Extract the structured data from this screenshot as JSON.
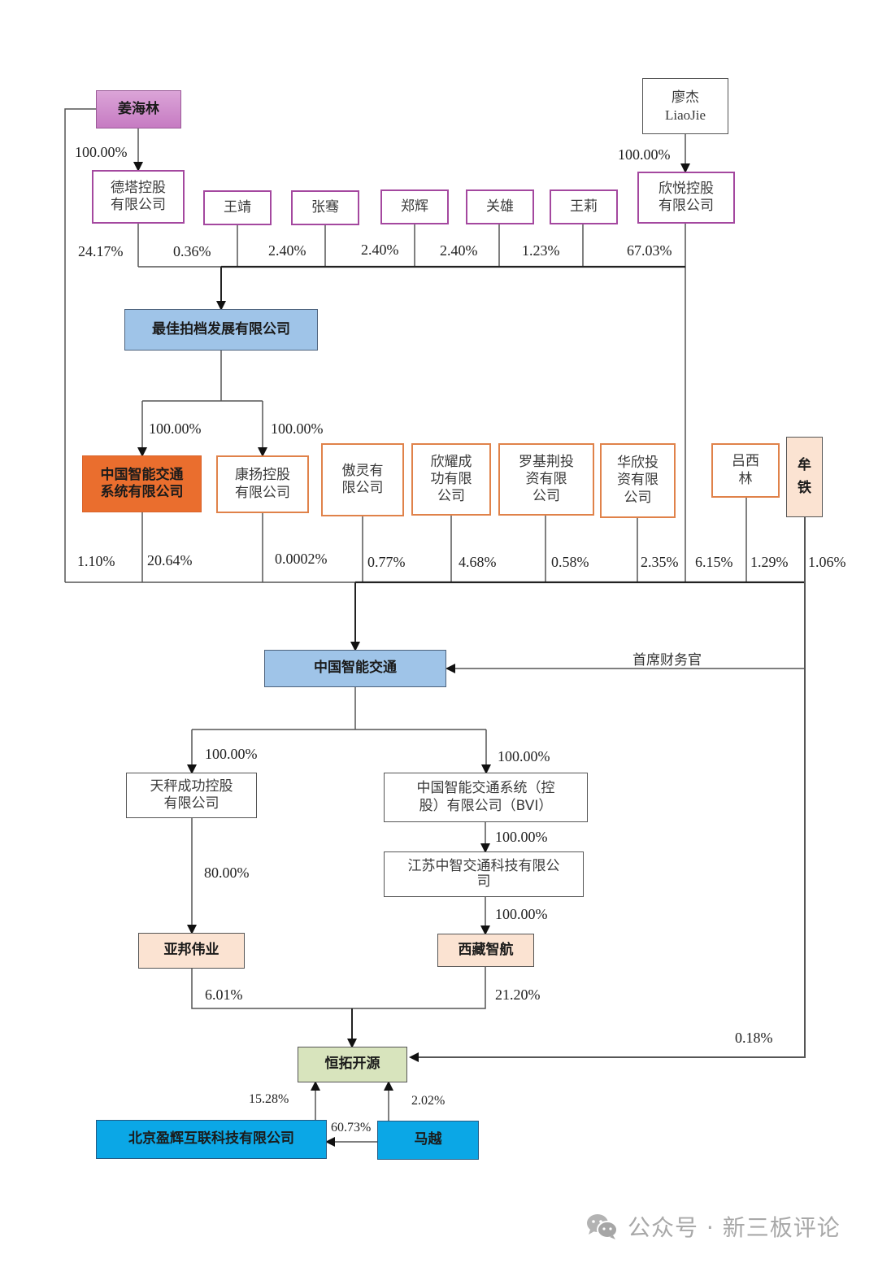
{
  "nodes": {
    "jiang_hailin": {
      "label": "姜海林"
    },
    "liao_jie": {
      "label": "廖杰\nLiaoJie"
    },
    "deta": {
      "label": "德塔控股\n有限公司"
    },
    "wang_jing": {
      "label": "王靖"
    },
    "zhang_qian": {
      "label": "张骞"
    },
    "zheng_hui": {
      "label": "郑辉"
    },
    "guan_xiong": {
      "label": "关雄"
    },
    "wang_li": {
      "label": "王莉"
    },
    "xinyue": {
      "label": "欣悦控股\n有限公司"
    },
    "zuijia": {
      "label": "最佳拍档发展有限公司"
    },
    "zgzn_sys": {
      "label": "中国智能交通\n系统有限公司"
    },
    "kangyang": {
      "label": "康扬控股\n有限公司"
    },
    "aoling": {
      "label": "傲灵有\n限公司"
    },
    "xinyao": {
      "label": "欣耀成\n功有限\n公司"
    },
    "luojijing": {
      "label": "罗基荆投\n资有限\n公司"
    },
    "huaxin": {
      "label": "华欣投\n资有限\n公司"
    },
    "lv_xilin": {
      "label": "吕西\n林"
    },
    "mou_tie": {
      "label": "牟\n铁"
    },
    "zgzn": {
      "label": "中国智能交通"
    },
    "tiancheng": {
      "label": "天秤成功控股\n有限公司"
    },
    "bvi": {
      "label": "中国智能交通系统（控\n股）有限公司（BVI）"
    },
    "jiangsu": {
      "label": "江苏中智交通科技有限公\n司"
    },
    "yabang": {
      "label": "亚邦伟业"
    },
    "xizang": {
      "label": "西藏智航"
    },
    "hengtuo": {
      "label": "恒拓开源"
    },
    "beijing_yinghui": {
      "label": "北京盈辉互联科技有限公司"
    },
    "ma_yue": {
      "label": "马越"
    }
  },
  "edges": [
    {
      "from": "jiang_hailin",
      "to": "deta",
      "label": "100.00%"
    },
    {
      "from": "liao_jie",
      "to": "xinyue",
      "label": "100.00%"
    },
    {
      "from": "deta",
      "to": "zuijia",
      "label": "24.17%"
    },
    {
      "from": "wang_jing",
      "to": "zuijia",
      "label": "0.36%"
    },
    {
      "from": "zhang_qian",
      "to": "zuijia",
      "label": "2.40%"
    },
    {
      "from": "zheng_hui",
      "to": "zuijia",
      "label": "2.40%"
    },
    {
      "from": "guan_xiong",
      "to": "zuijia",
      "label": "2.40%"
    },
    {
      "from": "wang_li",
      "to": "zuijia",
      "label": "1.23%"
    },
    {
      "from": "xinyue",
      "to": "zuijia",
      "label": "67.03%"
    },
    {
      "from": "zuijia",
      "to": "zgzn_sys",
      "label": "100.00%"
    },
    {
      "from": "zuijia",
      "to": "kangyang",
      "label": "100.00%"
    },
    {
      "from": "jiang_hailin",
      "to": "zgzn",
      "label": "1.10%"
    },
    {
      "from": "zgzn_sys",
      "to": "zgzn",
      "label": "20.64%"
    },
    {
      "from": "kangyang",
      "to": "zgzn",
      "label": "0.0002%"
    },
    {
      "from": "aoling",
      "to": "zgzn",
      "label": "0.77%"
    },
    {
      "from": "xinyao",
      "to": "zgzn",
      "label": "4.68%"
    },
    {
      "from": "luojijing",
      "to": "zgzn",
      "label": "0.58%"
    },
    {
      "from": "huaxin",
      "to": "zgzn",
      "label": "2.35%"
    },
    {
      "from": "xinyue",
      "to": "zgzn",
      "label": "6.15%"
    },
    {
      "from": "lv_xilin",
      "to": "zgzn",
      "label": "1.29%"
    },
    {
      "from": "mou_tie",
      "to": "zgzn",
      "label": "1.06%"
    },
    {
      "from": "mou_tie",
      "to": "zgzn",
      "label": "首席财务官"
    },
    {
      "from": "zgzn",
      "to": "tiancheng",
      "label": "100.00%"
    },
    {
      "from": "zgzn",
      "to": "bvi",
      "label": "100.00%"
    },
    {
      "from": "bvi",
      "to": "jiangsu",
      "label": "100.00%"
    },
    {
      "from": "jiangsu",
      "to": "xizang",
      "label": "100.00%"
    },
    {
      "from": "tiancheng",
      "to": "yabang",
      "label": "80.00%"
    },
    {
      "from": "yabang",
      "to": "hengtuo",
      "label": "6.01%"
    },
    {
      "from": "xizang",
      "to": "hengtuo",
      "label": "21.20%"
    },
    {
      "from": "mou_tie",
      "to": "hengtuo",
      "label": "0.18%"
    },
    {
      "from": "beijing_yinghui",
      "to": "hengtuo",
      "label": "15.28%"
    },
    {
      "from": "ma_yue",
      "to": "hengtuo",
      "label": "2.02%"
    },
    {
      "from": "ma_yue",
      "to": "beijing_yinghui",
      "label": "60.73%"
    }
  ],
  "watermark": {
    "icon": "wechat-icon",
    "text": "公众号 · 新三板评论"
  },
  "colors": {
    "purple_fill": "#d08fcd",
    "purple_border": "#a4489f",
    "orange_fill": "#ea6e2e",
    "orange_border": "#e0824a",
    "blue_fill": "#9fc4e8",
    "peach_fill": "#fbe3d2",
    "green_fill": "#d8e4bd",
    "cyan_fill": "#0ba7e6"
  }
}
